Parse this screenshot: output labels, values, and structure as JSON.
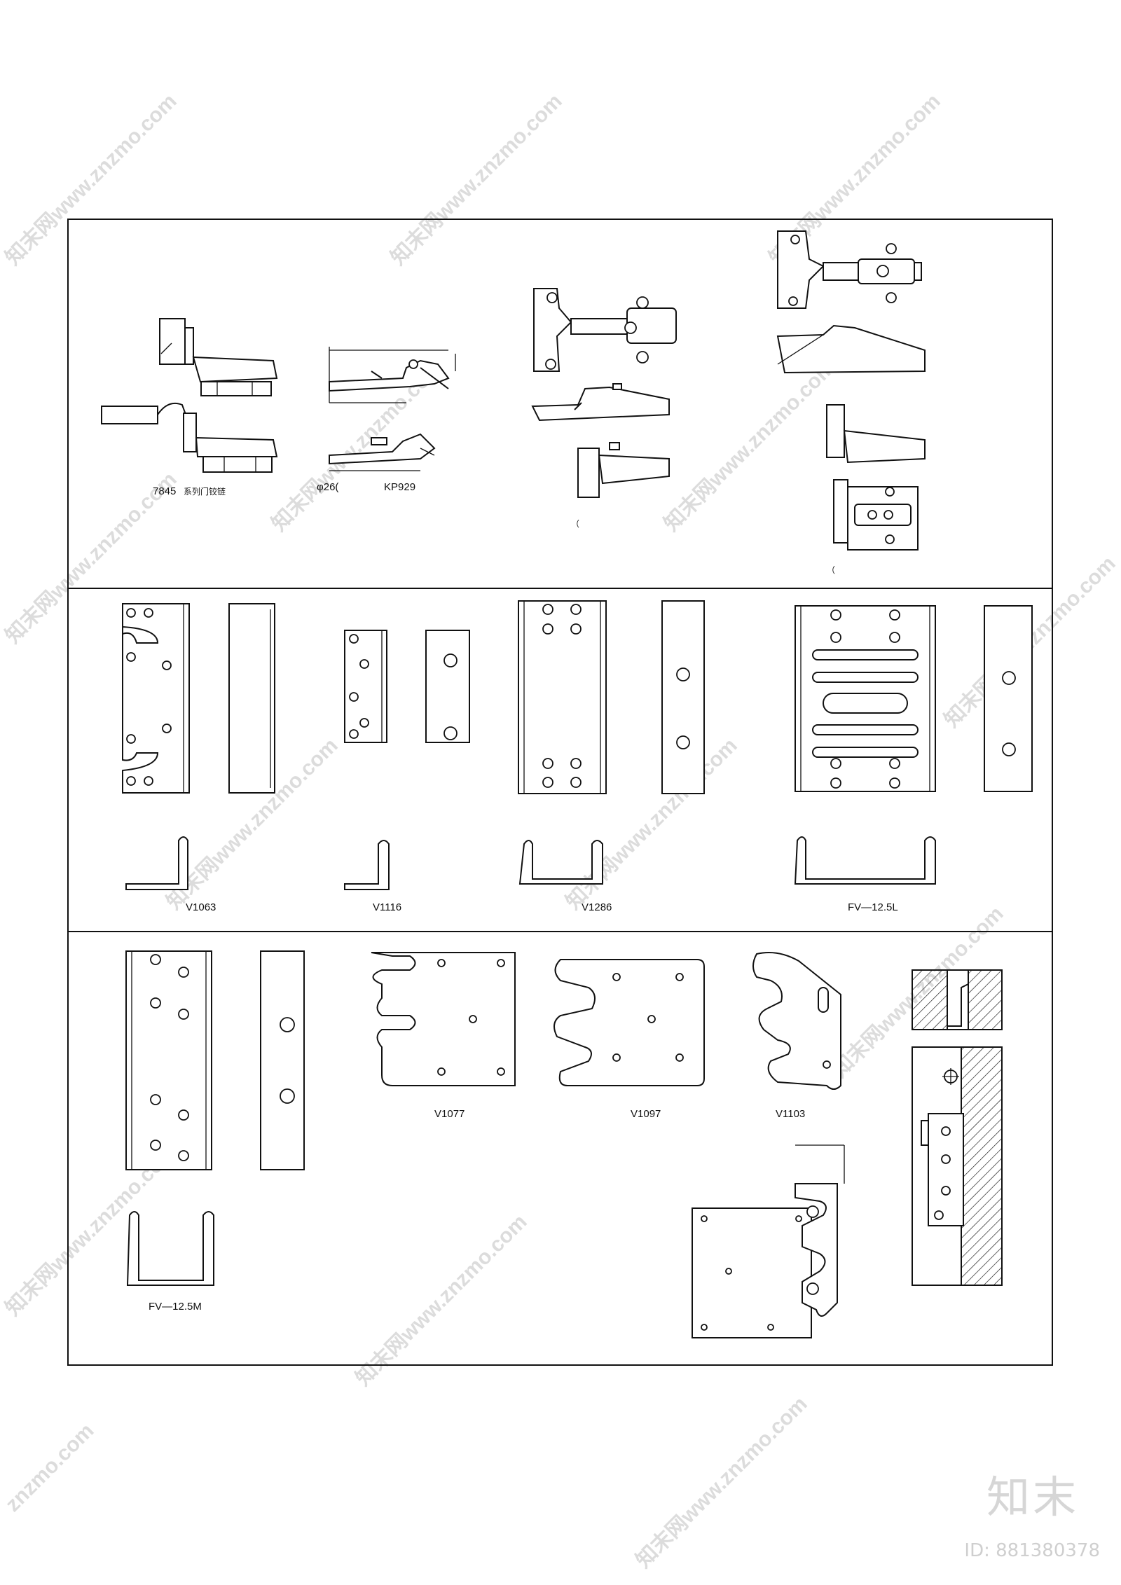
{
  "watermark": {
    "text": "知末网www.znzmo.com",
    "site": "znzmo.com"
  },
  "branding": {
    "logo_text": "知末",
    "id_text": "ID: 881380378"
  },
  "row1": {
    "label_1": "7845",
    "label_1_suffix": "系列门铰链",
    "label_2_prefix": "φ26(",
    "label_2": "KP929",
    "label_3": "（",
    "label_4": "（"
  },
  "row2": {
    "label_v1063": "V1063",
    "label_v1116": "V1116",
    "label_v1286": "V1286",
    "label_fv125l": "FV—12.5L"
  },
  "row3": {
    "label_fv125m": "FV—12.5M",
    "label_v1077": "V1077",
    "label_v1097": "V1097",
    "label_v1103": "V1103"
  }
}
